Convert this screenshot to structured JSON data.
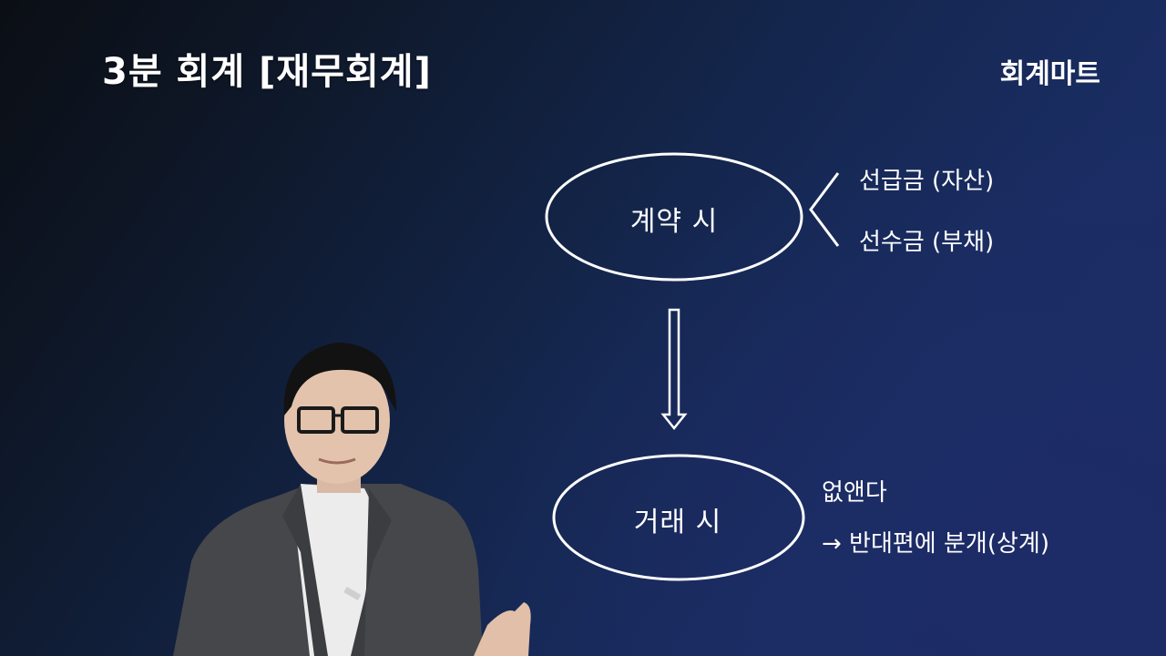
{
  "header": {
    "title": "3분 회계 [재무회계]",
    "brand": "회계마트"
  },
  "diagram": {
    "top_node": {
      "label": "계약 시",
      "branches": [
        "선급금 (자산)",
        "선수금 (부채)"
      ]
    },
    "arrow": "down-hollow-arrow",
    "bottom_node": {
      "label": "거래 시",
      "notes": [
        "없앤다",
        "→ 반대편에 분개(상계)"
      ]
    }
  },
  "presenter": {
    "description": "lecturer in gray suit and glasses"
  },
  "colors": {
    "background_dark": "#0b0e14",
    "background_navy": "#1c2b66",
    "foreground": "#ffffff",
    "suit": "#4a4c50",
    "shirt": "#eeeeee",
    "hair": "#111111"
  }
}
